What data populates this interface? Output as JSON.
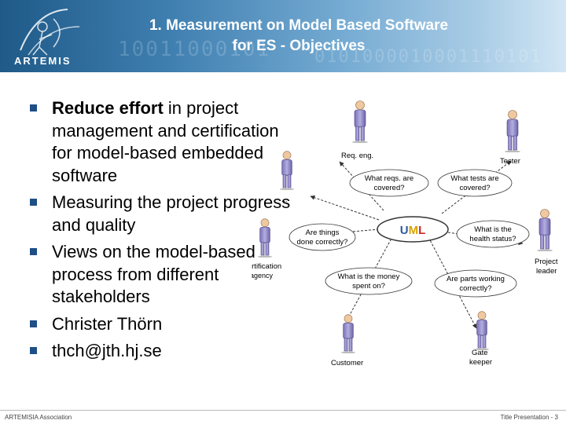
{
  "header": {
    "title_line1": "1. Measurement on Model Based Software",
    "title_line2": "for ES - Objectives",
    "logo_text": "ARTEMIS",
    "binary_line1": "10011000101",
    "binary_line2": "0101000010001110101"
  },
  "bullets": [
    {
      "bold": "Reduce effort",
      "text": " in project management and certification for model-based embedded software"
    },
    {
      "bold": "",
      "text": "Measuring the project progress and quality"
    },
    {
      "bold": "",
      "text": "Views on the model-based process from different stakeholders"
    },
    {
      "bold": "",
      "text": "Christer Thörn"
    },
    {
      "bold": "",
      "text": "thch@jth.hj.se"
    }
  ],
  "diagram": {
    "center": "UML",
    "center_colors": {
      "U": "#2c5aa0",
      "M": "#d8a200",
      "L": "#c62828"
    },
    "actors": {
      "req_eng": "Req. eng.",
      "tester": "Tester",
      "project_leader_1": "Project",
      "project_leader_2": "leader",
      "gate_keeper_1": "Gate",
      "gate_keeper_2": "keeper",
      "customer": "Customer",
      "certification_1": "Certification",
      "certification_2": "agency",
      "ellipsis": "..."
    },
    "bubbles": {
      "reqs_1": "What reqs. are",
      "reqs_2": "covered?",
      "tests_1": "What tests are",
      "tests_2": "covered?",
      "health_1": "What is the",
      "health_2": "health status?",
      "done_1": "Are things",
      "done_2": "done correctly?",
      "money_1": "What is the money",
      "money_2": "spent on?",
      "parts_1": "Are parts working",
      "parts_2": "correctly?"
    }
  },
  "footer": {
    "left": "ARTEMISIA Association",
    "right": "Title Presentation - 3"
  }
}
